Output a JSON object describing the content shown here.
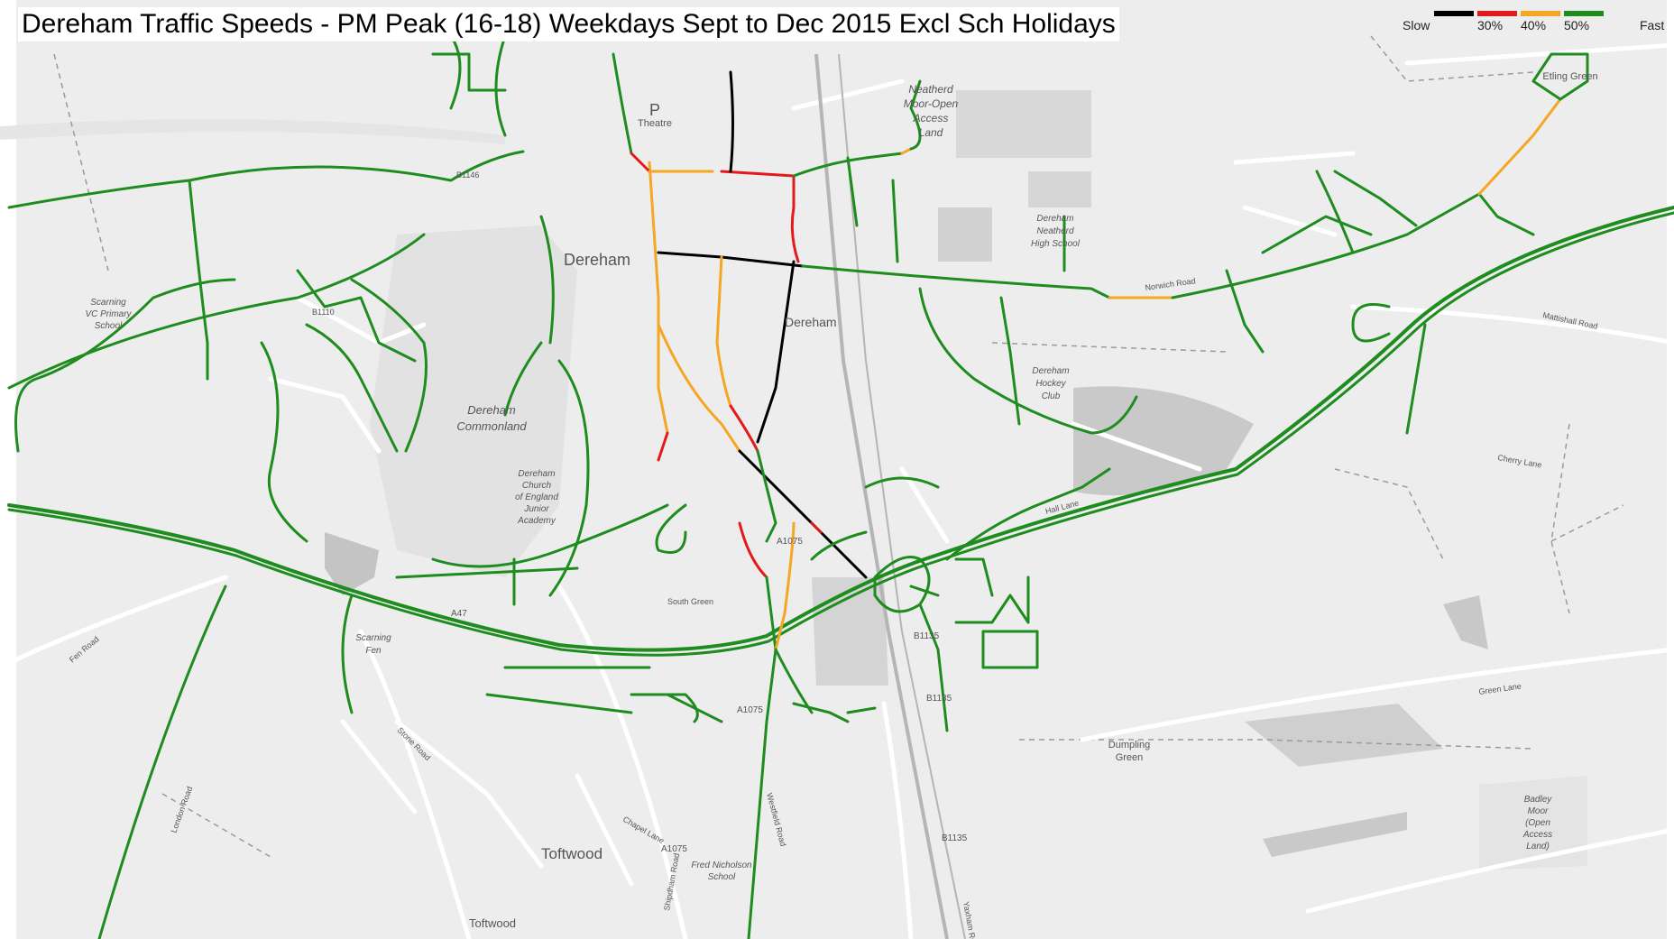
{
  "title": "Dereham Traffic Speeds - PM Peak (16-18) Weekdays Sept to Dec 2015 Excl Sch Holidays",
  "legend": {
    "slow_label": "Slow",
    "fast_label": "Fast",
    "thresholds": [
      "30%",
      "40%",
      "50%"
    ],
    "colors": {
      "slowest": "#000000",
      "slow": "#e31a1c",
      "medium": "#f5a623",
      "fast": "#1e8c1e"
    }
  },
  "map_labels": {
    "town": "Dereham",
    "town2": "Dereham",
    "toftwood": "Toftwood",
    "toftwood2": "Toftwood",
    "commonland_1": "Dereham",
    "commonland_2": "Commonland",
    "neatherd_1": "Neatherd",
    "neatherd_2": "Moor-Open",
    "neatherd_3": "Access",
    "neatherd_4": "Land",
    "school_1": "Dereham",
    "school_2": "Neatherd",
    "school_3": "High School",
    "hockey_1": "Dereham",
    "hockey_2": "Hockey",
    "hockey_3": "Club",
    "church_1": "Dereham",
    "church_2": "Church",
    "church_3": "of England",
    "church_4": "Junior",
    "church_5": "Academy",
    "scarning_1": "Scarning",
    "scarning_2": "VC Primary",
    "scarning_3": "School",
    "scarning_fen_1": "Scarning",
    "scarning_fen_2": "Fen",
    "dumpling_1": "Dumpling",
    "dumpling_2": "Green",
    "badley_1": "Badley",
    "badley_2": "Moor",
    "badley_3": "(Open",
    "badley_4": "Access",
    "badley_5": "Land)",
    "etling": "Etling Green",
    "fred_1": "Fred Nicholson",
    "fred_2": "School",
    "theatre": "Theatre",
    "parking": "P",
    "a47": "A47",
    "a1075a": "A1075",
    "a1075b": "A1075",
    "a1075c": "A1075",
    "b1146": "B1146",
    "b1110": "B1110",
    "b1135a": "B1135",
    "b1135b": "B1135",
    "b1135c": "B1135",
    "mattishall": "Mattishall Road",
    "norwich": "Norwich Road",
    "green_lane": "Green Lane",
    "cherry_lane": "Cherry Lane",
    "yaxham": "Yaxham Road",
    "shipdham": "Shipdham Road",
    "stone_road": "Stone Road",
    "chapel_lane": "Chapel Lane",
    "south_green": "South Green",
    "hall_lane": "Hall Lane",
    "fen_road": "Fen Road",
    "westfield": "Westfield Road",
    "london_road": "London Road"
  }
}
